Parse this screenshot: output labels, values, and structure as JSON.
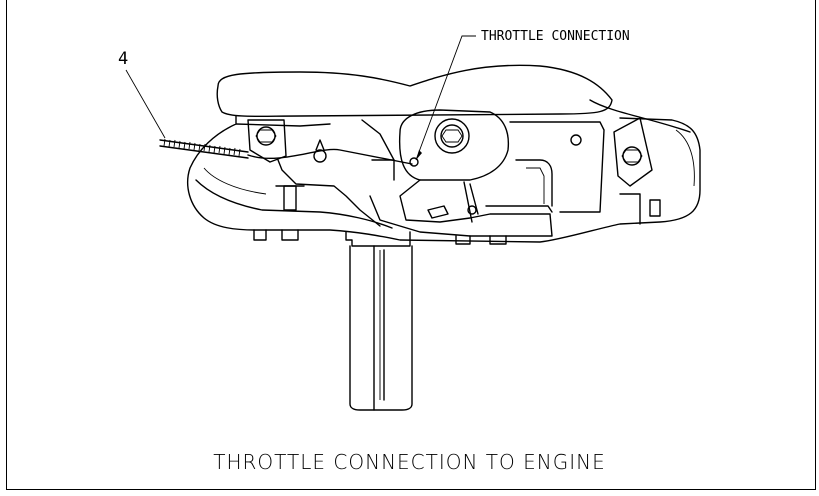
{
  "callouts": {
    "item_number": "4",
    "throttle_connection": "THROTTLE CONNECTION"
  },
  "caption": "THROTTLE CONNECTION TO ENGINE"
}
